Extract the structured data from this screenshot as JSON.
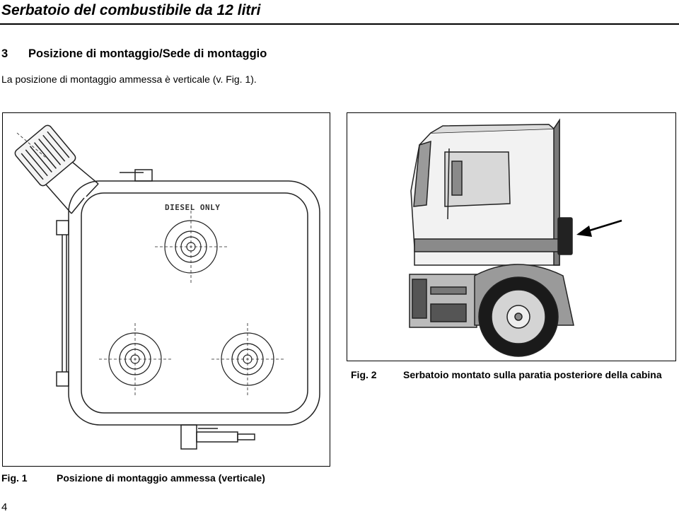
{
  "header": {
    "title": "Serbatoio del combustibile da 12 litri"
  },
  "section": {
    "number": "3",
    "title": "Posizione di montaggio/Sede di montaggio"
  },
  "body": {
    "text": "La posizione di montaggio ammessa è verticale (v. Fig. 1)."
  },
  "figure1": {
    "tank_label": "DIESEL ONLY",
    "caption_label": "Fig. 1",
    "caption_text": "Posizione di montaggio ammessa (verticale)"
  },
  "figure2": {
    "caption_label": "Fig. 2",
    "caption_text": "Serbatoio montato sulla paratia posteriore della cabina"
  },
  "footer": {
    "page_number": "4"
  }
}
